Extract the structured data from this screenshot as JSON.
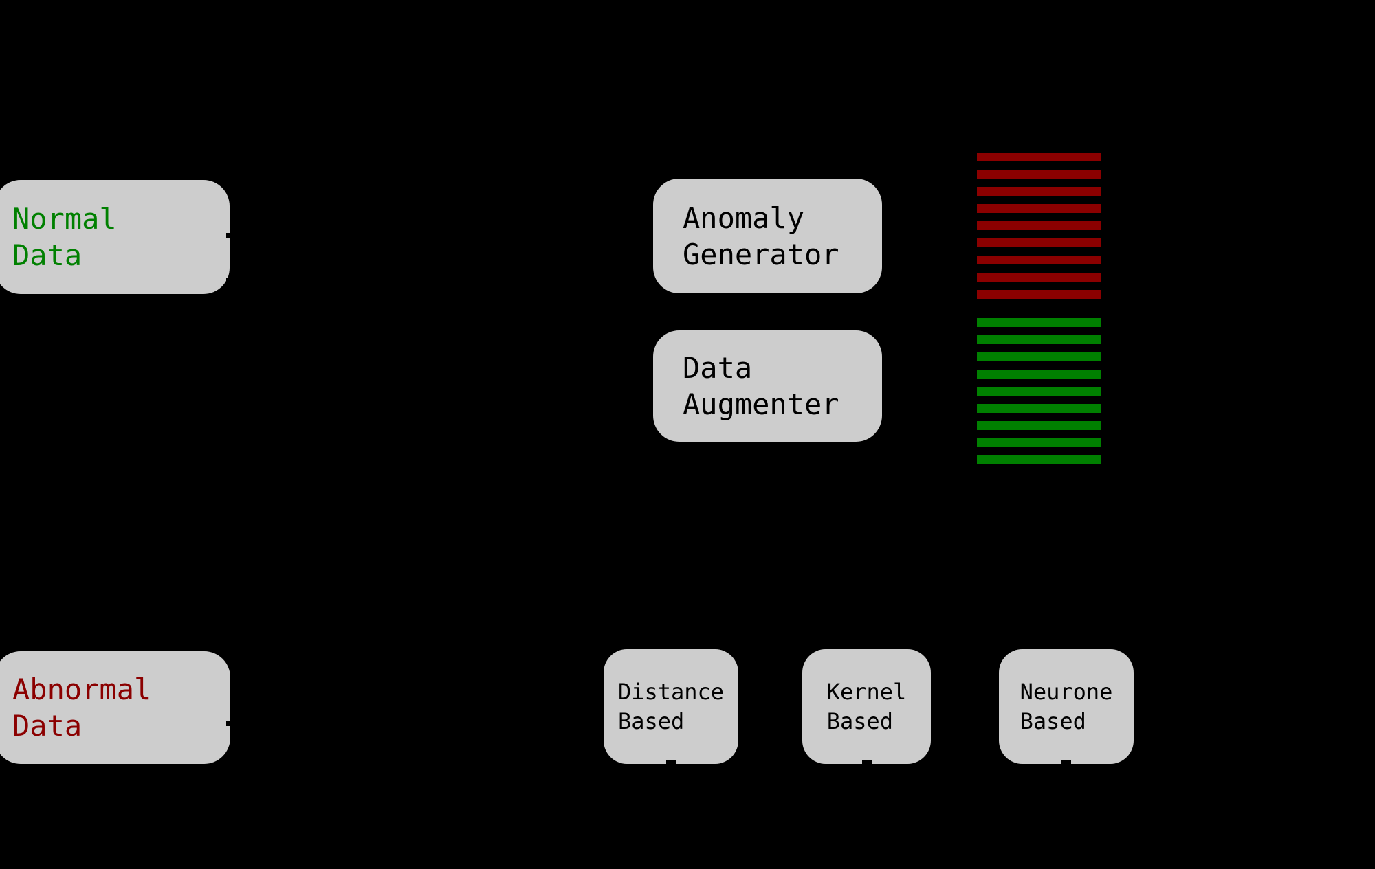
{
  "canvas": {
    "background": "#000000",
    "node_fill": "#CDCDCD"
  },
  "nodes": {
    "normal_data": {
      "label": "Normal\nData",
      "text_color": "#008000"
    },
    "abnormal_data": {
      "label": "Abnormal\nData",
      "text_color": "#8B0000"
    },
    "anomaly_generator": {
      "label": "Anomaly\nGenerator",
      "text_color": "#000000"
    },
    "data_augmenter": {
      "label": "Data\nAugmenter",
      "text_color": "#000000"
    },
    "distance_based": {
      "label": "Distance\nBased",
      "text_color": "#000000"
    },
    "kernel_based": {
      "label": "Kernel\nBased",
      "text_color": "#000000"
    },
    "neurone_based": {
      "label": "Neurone\nBased",
      "text_color": "#000000"
    }
  },
  "stripes": {
    "anomalous": {
      "count": 9,
      "color": "#8B0000"
    },
    "augmented": {
      "count": 9,
      "color": "#008000"
    }
  }
}
